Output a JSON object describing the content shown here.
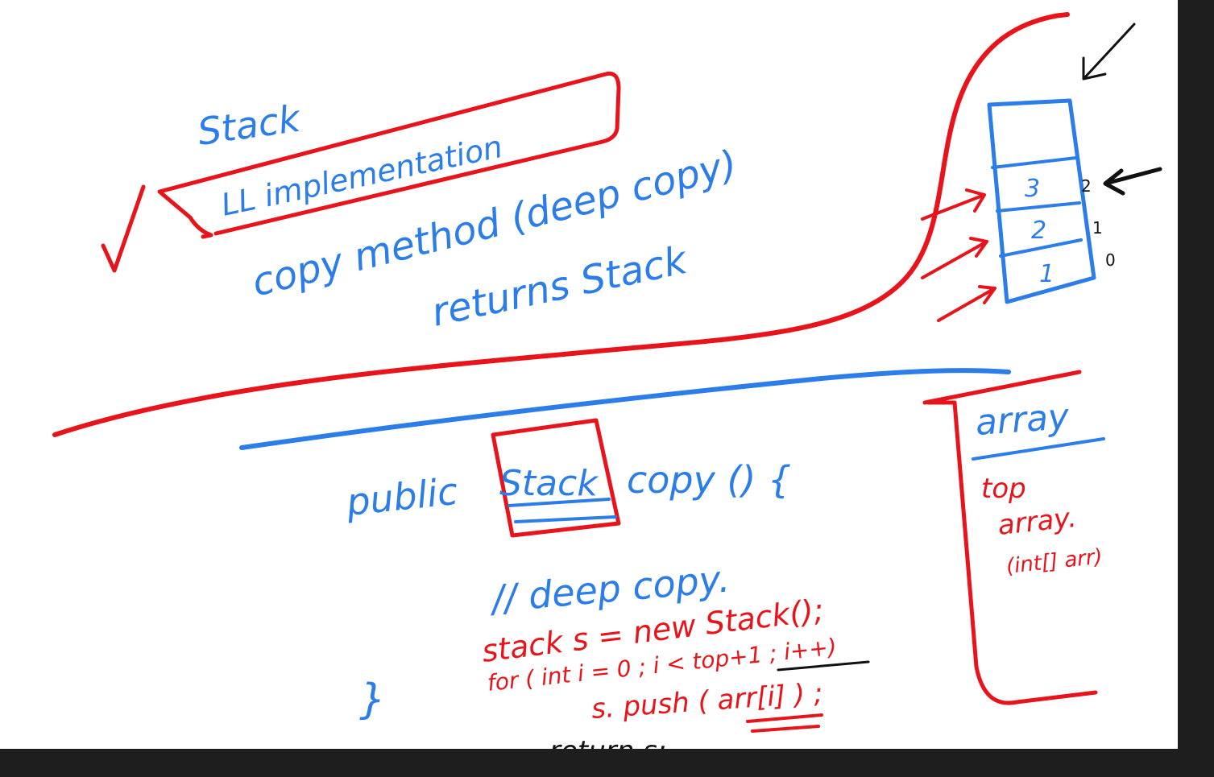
{
  "colors": {
    "background": "#ffffff",
    "frame": "#1e1e1e",
    "blue_ink": "#2b7de9",
    "red_ink": "#e8141c",
    "black_ink": "#111111"
  },
  "notes": {
    "heading": "Stack",
    "boxed_topic": "LL implementation",
    "line2": "copy method (deep copy)",
    "line3": "returns Stack",
    "checkmark": "✓"
  },
  "stack_diagram": {
    "cells": [
      "3",
      "2",
      "1"
    ],
    "indices": [
      "2",
      "1",
      "0"
    ]
  },
  "code": {
    "signature_prefix": "public",
    "signature_type": "Stack",
    "signature_suffix": "copy () {",
    "comment": "// deep copy.",
    "line1": "stack  s = new Stack();",
    "line2": "for ( int  i = 0 ; i <  top+1 ; i++)",
    "line3": "s. push ( arr[i] ) ;",
    "line4": "return s;",
    "closing_brace": "}"
  },
  "array_box": {
    "title": "array",
    "fields": [
      "top",
      "array.",
      "(int[] arr)"
    ]
  }
}
